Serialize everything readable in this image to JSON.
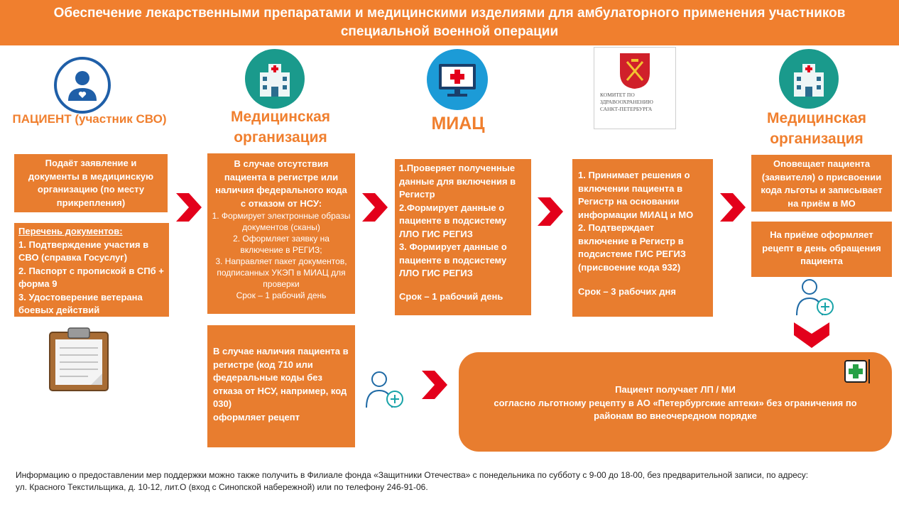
{
  "header": {
    "title": "Обеспечение лекарственными препаратами и медицинскими изделиями для амбулаторного применения участников специальной военной операции"
  },
  "columns": {
    "patient": {
      "title": "ПАЦИЕНТ (участник СВО)"
    },
    "med_org_1": {
      "title": "Медицинская организация"
    },
    "miac": {
      "title": "МИАЦ"
    },
    "committee": {
      "logo_text": "КОМИТЕТ ПО ЗДРАВООХРАНЕНИЮ САНКТ-ПЕТЕРБУРГА"
    },
    "med_org_2": {
      "title": "Медицинская организация"
    }
  },
  "boxes": {
    "patient_apply": "Подаёт заявление и документы в медицинскую организацию (по месту прикрепления)",
    "documents": {
      "heading": "Перечень документов:",
      "items": [
        "1. Подтверждение участия в СВО (справка Госуслуг)",
        "2. Паспорт с пропиской в СПб + форма 9",
        "3. Удостоверение ветерана боевых действий"
      ]
    },
    "med_org_absent": {
      "intro": "В случае отсутствия пациента в регистре или наличия федерального кода с отказом от НСУ:",
      "steps": [
        "1. Формирует электронные образы документов (сканы)",
        "2. Оформляет заявку на включение в РЕГИЗ;",
        "3. Направляет пакет документов, подписанных УКЭП в МИАЦ для проверки"
      ],
      "deadline": "Срок – 1 рабочий день"
    },
    "med_org_present": {
      "text": "В случае наличия пациента в регистре (код 710 или федеральные коды без отказа от НСУ, например, код 030)",
      "action": "оформляет рецепт"
    },
    "miac": {
      "steps": [
        "1.Проверяет полученные данные для включения в Регистр",
        "2.Формирует данные о пациенте в подсистему ЛЛО ГИС РЕГИЗ",
        "3. Формирует данные о пациенте в подсистему ЛЛО ГИС РЕГИЗ"
      ],
      "deadline": "Срок – 1 рабочий день"
    },
    "committee": {
      "steps": [
        "1. Принимает решения о включении пациента в Регистр на основании информации МИАЦ и МО",
        "2. Подтверждает включение в Регистр в подсистеме ГИС РЕГИЗ (присвоение кода 932)"
      ],
      "deadline": "Срок – 3 рабочих дня"
    },
    "notify": "Оповещает пациента (заявителя) о присвоении кода льготы и записывает на приём в МО",
    "prescription": "На приёме оформляет рецепт в день обращения пациента",
    "final": {
      "line1": "Пациент получает ЛП / МИ",
      "line2": "согласно льготному рецепту в АО «Петербургские аптеки» без ограничения по районам во внеочередном порядке"
    }
  },
  "footer": {
    "line1": "Информацию о предоставлении мер поддержки можно также получить в Филиале фонда «Защитники Отечества» с понедельника по субботу с 9-00 до 18-00, без предварительной записи, по адресу:",
    "line2": "ул. Красного Текстильщика, д. 10-12, лит.О (вход с Синопской набережной) или по телефону 246-91-06."
  },
  "colors": {
    "orange": "#f07f2e",
    "box": "#e87d2f",
    "chevron": "#e3001b",
    "teal": "#1a9a8c",
    "blue": "#1c9bd7"
  },
  "icons": [
    "patient-icon",
    "hospital-icon",
    "monitor-cross-icon",
    "coat-of-arms-icon",
    "clipboard-icon",
    "doctor-plus-icon",
    "pharmacy-cross-icon",
    "chevron-right-icon",
    "chevron-down-icon"
  ]
}
